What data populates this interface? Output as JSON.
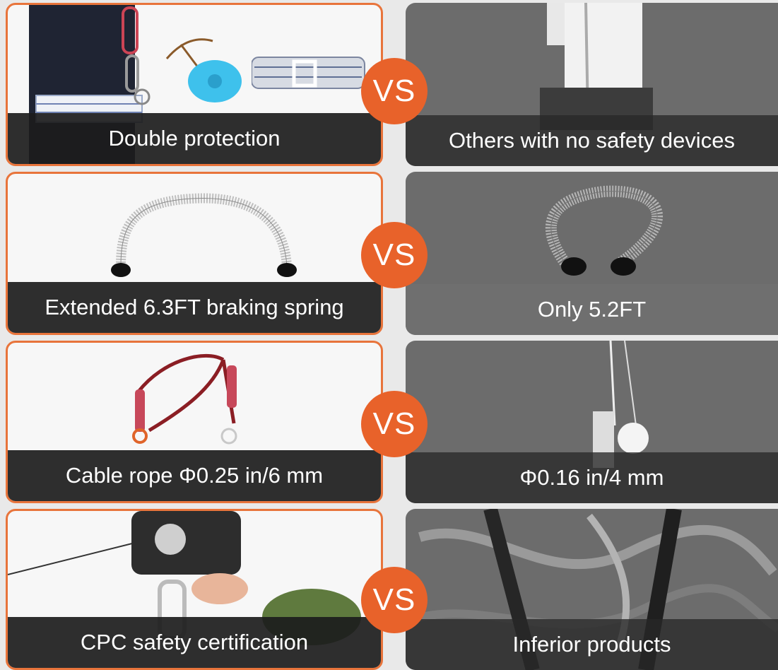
{
  "vs_label": "VS",
  "rows": [
    {
      "left_caption": "Double protection",
      "right_caption": "Others with no safety devices"
    },
    {
      "left_caption": "Extended 6.3FT braking spring",
      "right_caption": "Only 5.2FT"
    },
    {
      "left_caption": "Cable rope  Φ0.25 in/6 mm",
      "right_caption": "Φ0.16 in/4 mm"
    },
    {
      "left_caption": "CPC safety certification",
      "right_caption": "Inferior products"
    }
  ],
  "colors": {
    "accent_orange": "#e8622a",
    "border_orange": "#e8743b",
    "caption_dark": "#1c1c1c"
  },
  "icons": [
    "harness-icon",
    "swing-seat-icon",
    "belt-icon",
    "spring-icon",
    "lanyard-rope-icon",
    "trolley-carabiner-icon"
  ]
}
